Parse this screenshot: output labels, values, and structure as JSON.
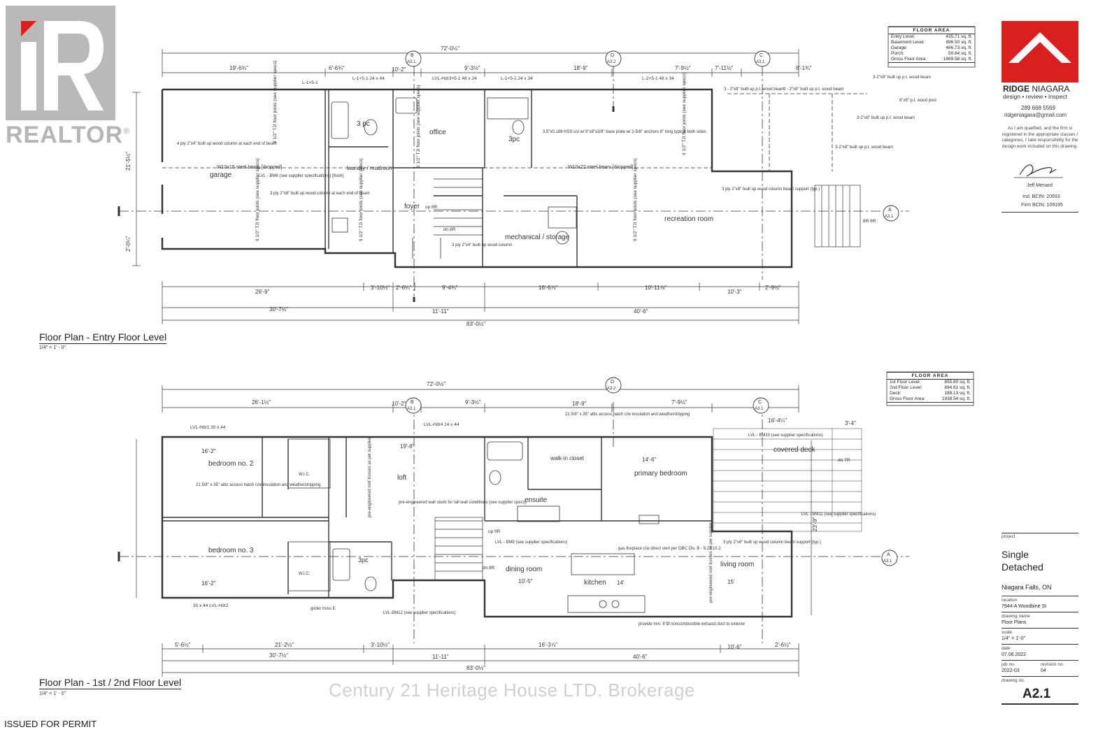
{
  "branding": {
    "realtor_word": "REALTOR",
    "registered": "®",
    "watermark": "Century 21 Heritage House LTD. Brokerage",
    "stamp": "ISSUED FOR PERMIT"
  },
  "plan_top": {
    "title": "Floor Plan - Entry Floor Level",
    "scale": "1/4\" = 1' - 0\"",
    "floor_area": {
      "header": "FLOOR AREA",
      "rows": [
        {
          "label": "Entry Level:",
          "value": "435.71 sq. ft."
        },
        {
          "label": "Basement Level:",
          "value": "896.50 sq. ft."
        },
        {
          "label": "Garage:",
          "value": "486.73 sq. ft."
        },
        {
          "label": "Porch:",
          "value": "50.64 sq. ft."
        },
        {
          "label": "Gross Floor Area:",
          "value": "1869.58 sq. ft."
        }
      ]
    },
    "rooms": {
      "garage": "garage",
      "laundry": "laundry / mudroom",
      "bath3pc_a": "3 pc",
      "office": "office",
      "bath3pc_b": "3pc",
      "foyer": "foyer",
      "mechanical": "mechanical / storage",
      "recreation": "recreation room"
    },
    "dims": {
      "overall_top": "72'-0½\"",
      "overall_bottom": "83'-0½\"",
      "d1": "19'-6¾\"",
      "d2": "6'-6¾\"",
      "d3": "10'-2\"",
      "d4": "9'-3½\"",
      "d5": "18'-9\"",
      "d6": "7'-9½\"",
      "d7": "7'-11½\"",
      "d8": "8'-1¾\"",
      "b1": "26'-9\"",
      "b2": "3'-10½\"",
      "b3": "2'-6¼\"",
      "b4": "9'-4¾\"",
      "b5": "16'-6⅞\"",
      "b6": "10'-11⅞\"",
      "b7": "10'-3\"",
      "b8": "2'-9½\"",
      "c1": "30'-7½\"",
      "c2": "11'-11\"",
      "c3": "40'-6\"",
      "side": "21'-5½\"",
      "side2": "2'-0¼\""
    },
    "notes": {
      "beam1": "W10x15 steel beam [dropped]",
      "beam2": "W10x22 steel beam [dropped]",
      "joists": "9 1/2\" TJI floor joists (see supplier specs)",
      "hss": "3.5\"x0.188 HSS col w/ 9\"x8\"x3/8\" base plate w/ 2-5/8\" anchors 8\" long typical both sides",
      "column4ply": "4 ply 2\"x4\" built up wood column at each end of beam",
      "lvl_bm6": "LVL - BM6 (see supplier specifications) [flush]",
      "column3ply": "3 ply 2\"x6\" built up wood column at each end of beam",
      "column3ply_b": "3 ply 2\"x4\" built up wood column",
      "beam_post": "3 ply 2\"x8\" built up wood column beam support (typ.)",
      "built_up1": "3 - 2\"x8\" built up p.t. wood beam",
      "built_up2": "3 - 2\"x8\" built up p.t. wood beam",
      "post": "6\"x6\" p.t. wood post",
      "pt1": "3-2\"x8\" built up p.t. wood beam",
      "pt2": "3-2\"x8\" built up p.t. wood beam",
      "pt3": "3-2\"x8\" built up p.t. wood beam",
      "lvl_hdr3": "LVL-Hdr3+5-1 48 x 24",
      "l1a": "L-1+5-1",
      "l1b": "L-1+5-1 24 x 44",
      "l1c": "L-1+5-1 24 x 34",
      "l2": "L-2+5-1 48 x 34",
      "stairs_up": "up 8R",
      "stairs_dn": "dn 8R",
      "stairs_ext": "8R 6R"
    },
    "markers": {
      "b": "B",
      "b_ref": "A3.1",
      "d": "D",
      "d_ref": "A3.2",
      "c": "C",
      "c_ref": "A3.1",
      "a": "A",
      "a_ref": "A3.1"
    }
  },
  "plan_bottom": {
    "title": "Floor Plan - 1st / 2nd Floor Level",
    "scale": "1/4\" = 1' - 0\"",
    "floor_area": {
      "header": "FLOOR AREA",
      "rows": [
        {
          "label": "1st Floor Level:",
          "value": "855.80 sq. ft."
        },
        {
          "label": "2nd Floor Level:",
          "value": "894.61 sq. ft."
        },
        {
          "label": "Deck:",
          "value": "188.13 sq. ft."
        },
        {
          "label": "Gross Floor Area:",
          "value": "1938.54 sq. ft."
        }
      ]
    },
    "rooms": {
      "bed2": "bedroom no. 2",
      "bed3": "bedroom no. 3",
      "loft": "loft",
      "walkin": "walk-in closet",
      "ensuite": "ensuite",
      "primary": "primary bedroom",
      "deck": "covered deck",
      "bath3pc": "3pc",
      "dining": "dining room",
      "kitchen": "kitchen",
      "living": "living room",
      "wic1": "W.I.C.",
      "wic2": "W.I.C."
    },
    "dims": {
      "overall_top": "72'-0½\"",
      "overall_bottom": "83'-0½\"",
      "d1": "26'-1½\"",
      "d2": "10'-2\"",
      "d3": "9'-3½\"",
      "d4": "18'-9\"",
      "d5": "7'-9½\"",
      "d6": "16'-4¼\"",
      "d7": "3'-4\"",
      "b1": "5'-6½\"",
      "b2": "21'-2½\"",
      "b3": "3'-10½\"",
      "b4": "16'-3⅞\"",
      "b5": "10'-6\"",
      "b6": "2'-6½\"",
      "c1": "30'-7½\"",
      "c2": "11'-11\"",
      "c3": "40'-6\"",
      "bed_w": "16'-2\"",
      "bed_w2": "16'-2\"",
      "loft_w": "19'-8\"",
      "prim_w": "14'-6\"",
      "kitchen_w": "14'",
      "dining_w": "10'-5\"",
      "living_w": "15'",
      "side": "23'-9\""
    },
    "notes": {
      "attic1": "21 5/8\" x 35\" attic access hatch c/w insulation and weatherstripping",
      "attic2": "21 5/8\" x 35\" attic access hatch c/w insulation and weatherstripping",
      "walls": "pre-engineered wall studs for tall wall conditions (see supplier specs)",
      "trusses": "pre-engineered roof trusses as per supplier",
      "trusses2": "pre-engineered roof trusses as per supplier",
      "fireplace": "gas fireplace c/w direct vent per OBC Div. B - 9.22.10.2",
      "duct": "provide min. 6\"Ø noncombustible exhaust duct to exterior",
      "lvl_bm9": "LVL - BM9 (see supplier specifications)",
      "lvl_bm10": "LVL - BM10 (see supplier specifications)",
      "lvl_bm11": "LVL - BM11 (see supplier specifications)",
      "lvl_bm12": "LVL-BM12 (see supplier specifications)",
      "beam_post": "3 ply 2\"x6\" built up wood column beam support (typ.)",
      "hdr1": "LVL-Hdr1 30 x 44",
      "hdr2": "30 x 44 LVL-Hdr2",
      "hdr4": "LVL-Hdr4 24 x 44",
      "girder_e": "girder truss E",
      "stairs_up": "up 9R",
      "stairs_dn": "dn 8R",
      "deck_dn": "dn 7R"
    },
    "markers": {
      "b": "B",
      "b_ref": "A3.1",
      "d": "D",
      "d_ref": "A3.2",
      "c": "C",
      "c_ref": "A3.1",
      "a": "A",
      "a_ref": "A3.1"
    }
  },
  "title_block": {
    "company": "RIDGE NIAGARA",
    "company_bold": "RIDGE",
    "company_light": "NIAGARA",
    "tagline": "design • review • inspect",
    "phone": "289 668 5569",
    "email": "ridgeniagara@gmail.com",
    "statement": "As I am qualified, and the firm is registered in the appropriate classes / categories, I take responsibility for the design work included on this drawing.",
    "designer": "Jeff Menard",
    "ind_bcin": "Ind. BCIN: 20693",
    "firm_bcin": "Firm BCIN: 109195",
    "project_label": "project",
    "project": "Single Detached",
    "project_line1": "Single",
    "project_line2": "Detached",
    "city": "Niagara Falls, ON",
    "location_label": "location",
    "location": "7944-A Woodbine St",
    "drawing_name_label": "drawing name",
    "drawing_name": "Floor Plans",
    "scale_label": "scale",
    "scale": "1/4\" = 1'-0\"",
    "date_label": "date",
    "date": "07.08.2022",
    "job_label": "job no.",
    "job": "2022-03",
    "revision_label": "revision no.",
    "revision": "04",
    "drawing_no_label": "drawing no.",
    "drawing_no": "A2.1",
    "brand_color": "#d9201f"
  }
}
